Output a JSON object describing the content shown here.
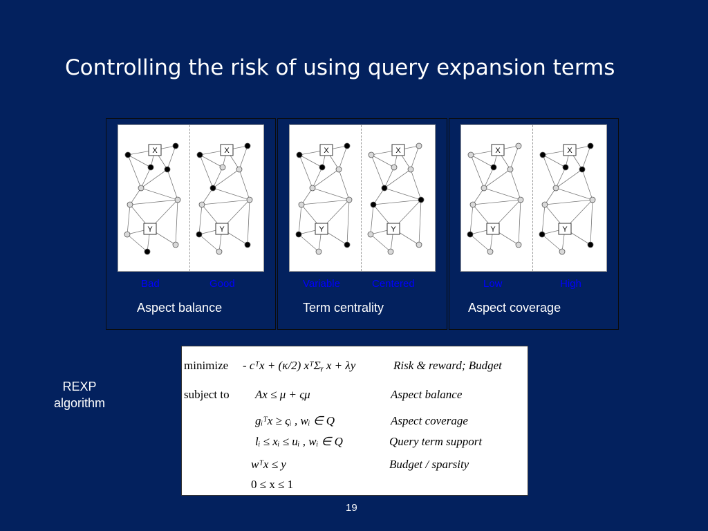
{
  "slide": {
    "title": "Controlling the risk of using query expansion terms",
    "page_number": "19"
  },
  "panels": [
    {
      "left_label": "Bad",
      "right_label": "Good",
      "caption": "Aspect balance"
    },
    {
      "left_label": "Variable",
      "right_label": "Centered",
      "caption": "Term centrality"
    },
    {
      "left_label": "Low",
      "right_label": "High",
      "caption": "Aspect coverage"
    }
  ],
  "graph_node_labels": {
    "x": "X",
    "y": "Y"
  },
  "colors": {
    "background": "#03215e",
    "subcaption": "#0000ff",
    "text": "#ffffff"
  },
  "algorithm": {
    "line1": "REXP",
    "line2": "algorithm"
  },
  "formula": {
    "minimize": "minimize",
    "objective": "- cᵀx + (κ/2) xᵀΣᵧ x + λy",
    "objective_note": "Risk & reward;  Budget",
    "subject_to": "subject to",
    "c1": "Ax ≤ μ + ςμ",
    "c1_note": "Aspect balance",
    "c2": "gᵢᵀx ≥ ςᵢ ,      wᵢ ∈ Q",
    "c2_note": "Aspect coverage",
    "c3": "lᵢ ≤ xᵢ ≤ uᵢ ,  wᵢ ∈ Q",
    "c3_note": "Query term support",
    "c4": "wᵀx ≤ y",
    "c4_note": "Budget / sparsity",
    "c5": "0 ≤ x ≤ 1"
  }
}
